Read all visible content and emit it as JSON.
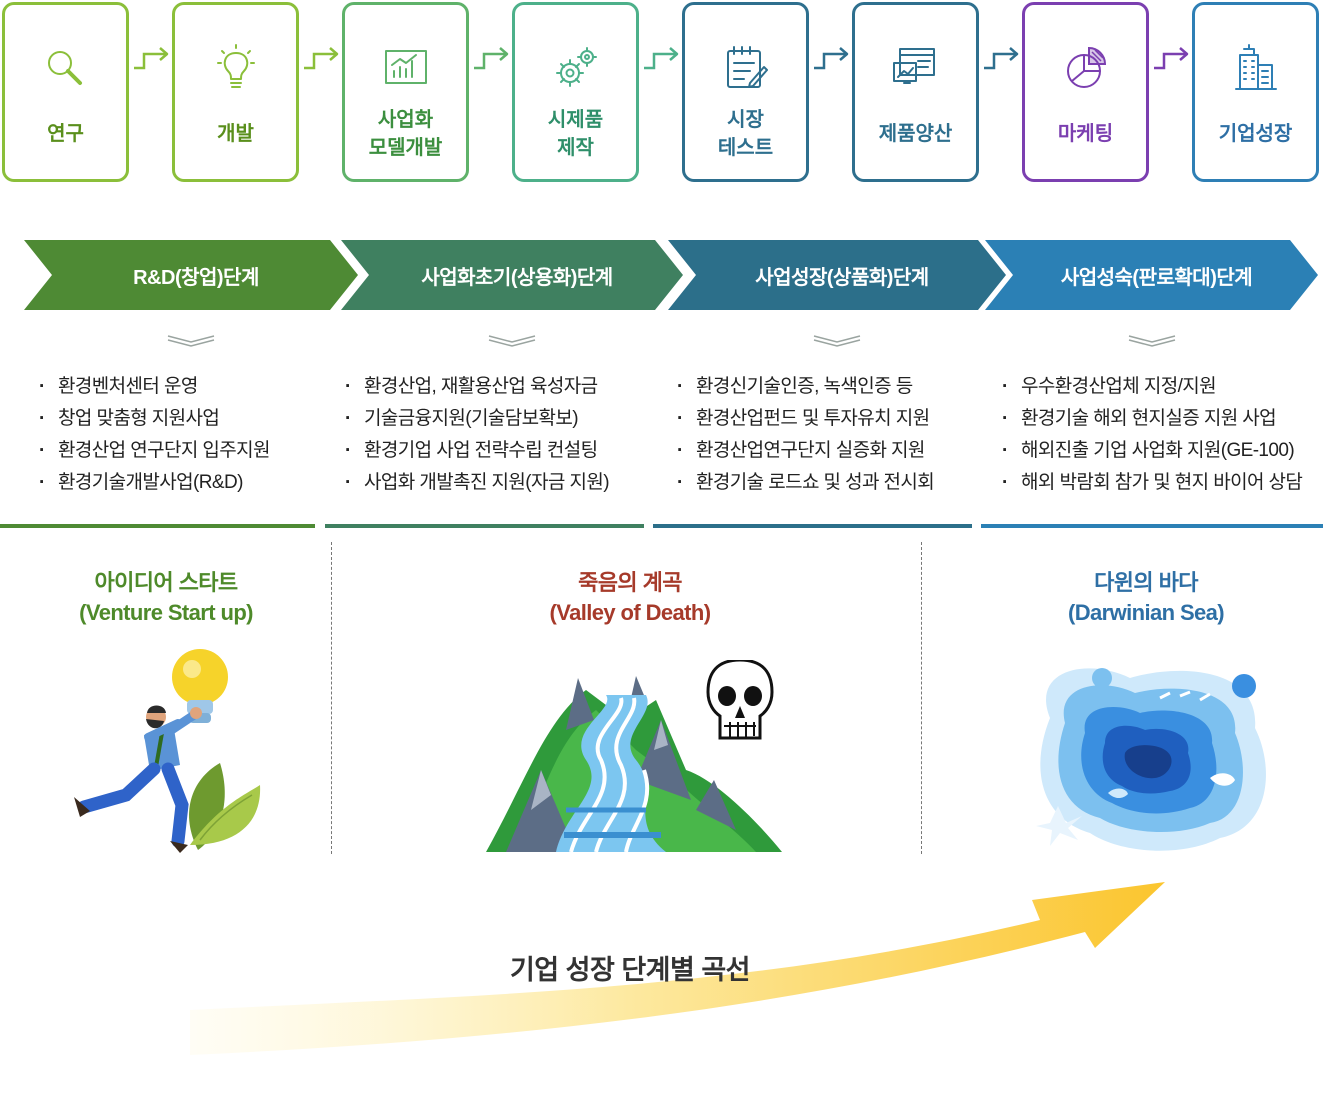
{
  "steps": [
    {
      "label": "연구",
      "icon": "magnifier-icon",
      "color": "#8bbf3a",
      "text_color": "#5a8f1c"
    },
    {
      "label": "개발",
      "icon": "lightbulb-icon",
      "color": "#8bbf3a",
      "text_color": "#5a8f1c"
    },
    {
      "label": "사업화\n모델개발",
      "icon": "bar-chart-icon",
      "color": "#5fb26a",
      "text_color": "#3c8f3f"
    },
    {
      "label": "시제품\n제작",
      "icon": "gears-icon",
      "color": "#4db08a",
      "text_color": "#2f8f6a"
    },
    {
      "label": "시장\n테스트",
      "icon": "checklist-icon",
      "color": "#2e6f8e",
      "text_color": "#2e6f8e"
    },
    {
      "label": "제품양산",
      "icon": "monitor-icon",
      "color": "#2e6f8e",
      "text_color": "#2e6f8e"
    },
    {
      "label": "마케팅",
      "icon": "pie-chart-icon",
      "color": "#7b3fb0",
      "text_color": "#7b3fb0"
    },
    {
      "label": "기업성장",
      "icon": "buildings-icon",
      "color": "#2e7fb5",
      "text_color": "#2e6fa5"
    }
  ],
  "stages": [
    {
      "label": "R&D(창업)단계",
      "color": "#4e8a34",
      "items": [
        "환경벤처센터 운영",
        "창업 맞춤형 지원사업",
        "환경산업 연구단지 입주지원",
        "환경기술개발사업(R&D)"
      ]
    },
    {
      "label": "사업화초기(상용화)단계",
      "color": "#3f8060",
      "items": [
        "환경산업, 재활용산업 육성자금",
        "기술금융지원(기술담보확보)",
        "환경기업 사업 전략수립 컨설팅",
        "사업화 개발촉진 지원(자금 지원)"
      ]
    },
    {
      "label": "사업성장(상품화)단계",
      "color": "#2c6f8a",
      "items": [
        "환경신기술인증, 녹색인증 등",
        "환경산업펀드 및 투자유치 지원",
        "환경산업연구단지 실증화 지원",
        "환경기술 로드쇼 및 성과 전시회"
      ]
    },
    {
      "label": "사업성숙(판로확대)단계",
      "color": "#2b80b5",
      "items": [
        "우수환경산업체 지정/지원",
        "환경기술 해외 현지실증 지원 사업",
        "해외진출 기업 사업화 지원(GE-100)",
        "해외 박람회 참가 및 현지 바이어 상담"
      ]
    }
  ],
  "zones": [
    {
      "title": "아이디어 스타트",
      "subtitle": "(Venture Start up)",
      "color": "#4e8a2a"
    },
    {
      "title": "죽음의 계곡",
      "subtitle": "(Valley of Death)",
      "color": "#a63a2a"
    },
    {
      "title": "다윈의 바다",
      "subtitle": "(Darwinian Sea)",
      "color": "#2e6fa5"
    }
  ],
  "curve_title": "기업 성장 단계별 곡선"
}
